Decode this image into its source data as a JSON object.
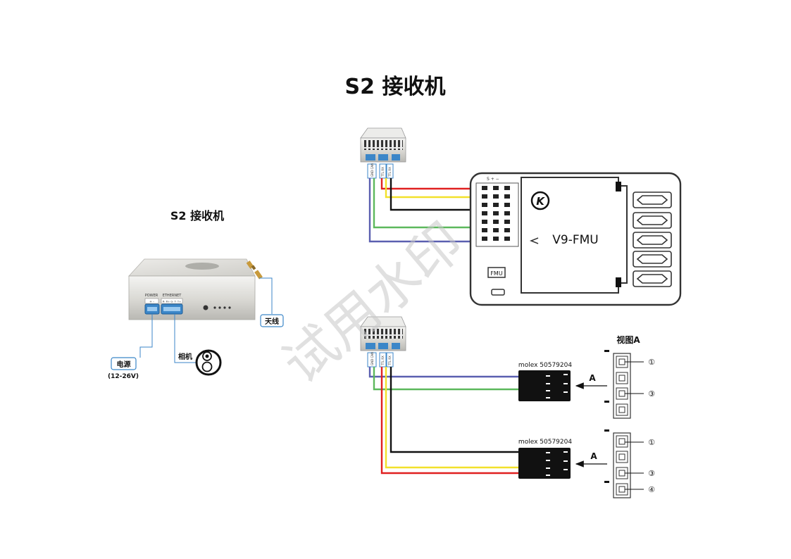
{
  "page_title": "S2 接收机",
  "device": {
    "title": "S2 接收机",
    "port_labels": {
      "power": "POWER",
      "ethernet": "ETHERNET",
      "power_pins": "+  -",
      "eth_pins": "R- R+ G- T- T+"
    },
    "callouts": {
      "antenna": "天线",
      "power": "电源",
      "voltage": "(12-26V)",
      "camera": "相机"
    }
  },
  "fmu": {
    "model": "V9-FMU",
    "badge": "FMU",
    "pin_marks": "S  +  −",
    "logo": "K"
  },
  "receiver_pin_labels": {
    "left": "GND CAN",
    "mid": "TTL RX",
    "right": "TTL RX"
  },
  "connectors": [
    {
      "part": "molex 50579204",
      "arrow_label": "A"
    },
    {
      "part": "molex 50579204",
      "arrow_label": "A"
    }
  ],
  "view_a": {
    "title": "视图A",
    "top_pins": [
      "①",
      "③"
    ],
    "bottom_pins": [
      "①",
      "③",
      "④"
    ]
  },
  "watermark": "试用水印",
  "colors": {
    "red": "#e02020",
    "yellow": "#f2e12b",
    "black": "#111111",
    "green": "#5cb85c",
    "blue": "#5a5fb0",
    "port_blue": "#3b86c8",
    "callout_blue": "#3b86c8"
  }
}
